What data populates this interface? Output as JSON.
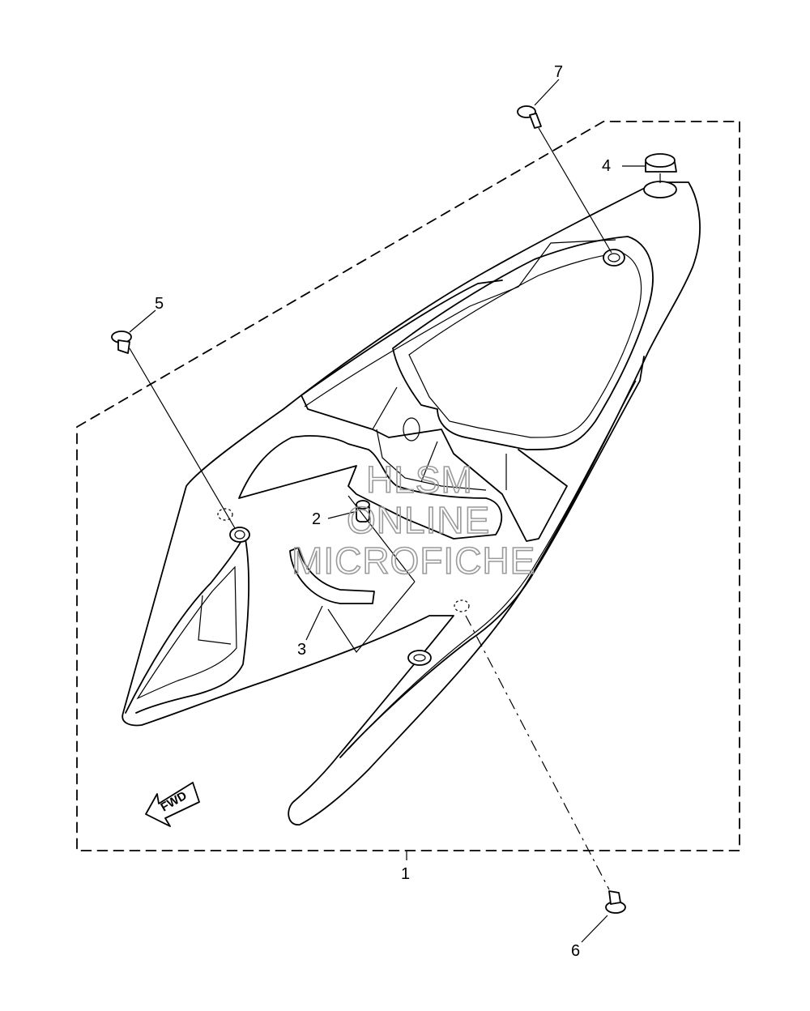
{
  "watermark": {
    "line1": "HLSM",
    "line2": "ONLINE",
    "line3": "MICROFICHE"
  },
  "direction_label": "FWD",
  "callouts": [
    {
      "id": "1",
      "label": "1"
    },
    {
      "id": "2",
      "label": "2"
    },
    {
      "id": "3",
      "label": "3"
    },
    {
      "id": "4",
      "label": "4"
    },
    {
      "id": "5",
      "label": "5"
    },
    {
      "id": "6",
      "label": "6"
    },
    {
      "id": "7",
      "label": "7"
    }
  ]
}
